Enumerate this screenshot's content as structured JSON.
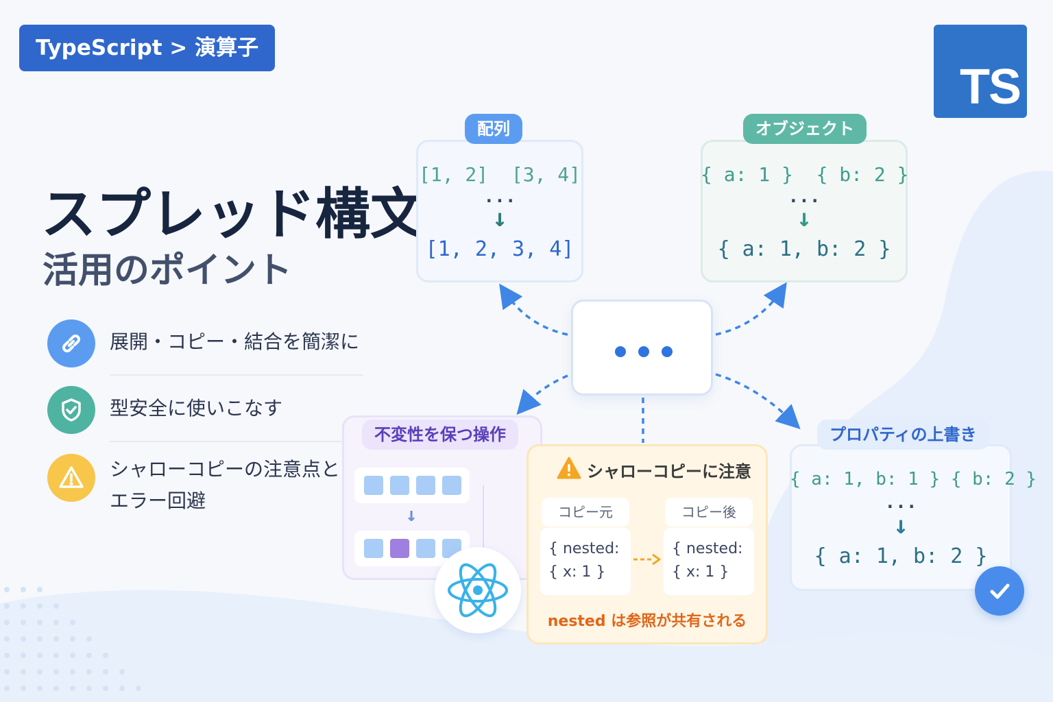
{
  "breadcrumb": "TypeScript > 演算子",
  "logo": "TS",
  "title": "スプレッド構文",
  "subtitle": "活用のポイント",
  "features": [
    {
      "icon": "link-icon",
      "text": "展開・コピー・結合を簡潔に",
      "color": "#5b9cf0"
    },
    {
      "icon": "shield-check-icon",
      "text": "型安全に使いこなす",
      "color": "#4fb3a2"
    },
    {
      "icon": "warning-icon",
      "text_lines": [
        "シャローコピーの注意点と",
        "エラー回避"
      ],
      "color": "#f7c64a"
    }
  ],
  "center_symbol": "...",
  "array_card": {
    "tag": "配列",
    "left": "[1, 2]",
    "right": "[3, 4]",
    "dots": "...",
    "arrow": "↓",
    "result": "[1, 2, 3, 4]"
  },
  "object_card": {
    "tag": "オブジェクト",
    "left": "{ a: 1 }",
    "right": "{ b: 2 }",
    "dots": "...",
    "arrow": "↓",
    "result": "{ a: 1, b: 2 }"
  },
  "immutable_card": {
    "tag": "不変性を保つ操作",
    "arrow": "↓",
    "icon": "react-atom-icon"
  },
  "warning_card": {
    "title": "シャローコピーに注意",
    "icon": "warning-icon",
    "source_label": "コピー元",
    "dest_label": "コピー後",
    "source_code": [
      "{ nested:",
      "{ x: 1 }"
    ],
    "dest_code": [
      "{ nested:",
      "{ x: 1 }"
    ],
    "note": "nested は参照が共有される"
  },
  "override_card": {
    "tag": "プロパティの上書き",
    "left": "{ a: 1, b: 1 }",
    "right": "{ b: 2 }",
    "dots": "...",
    "arrow": "↓",
    "result": "{ a: 1, b: 2 }",
    "icon": "check-icon"
  },
  "colors": {
    "brand_blue": "#2f67cc",
    "ts_blue": "#2f74c9",
    "green": "#4fb3a2",
    "purple": "#7e5cd6",
    "orange": "#e0671a",
    "warning": "#f5a623"
  }
}
